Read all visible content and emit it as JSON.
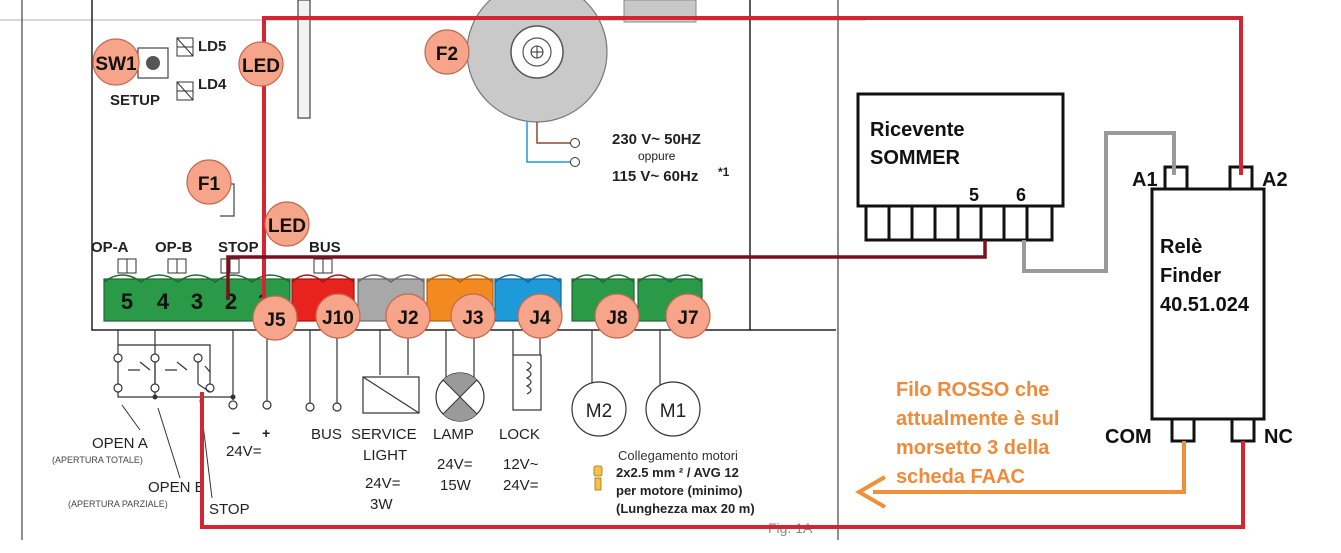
{
  "board": {
    "badges": [
      {
        "id": "sw1",
        "text": "SW1"
      },
      {
        "id": "led-top",
        "text": "LED"
      },
      {
        "id": "f2",
        "text": "F2"
      },
      {
        "id": "f1",
        "text": "F1"
      },
      {
        "id": "led-mid",
        "text": "LED"
      },
      {
        "id": "j5",
        "text": "J5"
      },
      {
        "id": "j10",
        "text": "J10"
      },
      {
        "id": "j2",
        "text": "J2"
      },
      {
        "id": "j3",
        "text": "J3"
      },
      {
        "id": "j4",
        "text": "J4"
      },
      {
        "id": "j8",
        "text": "J8"
      },
      {
        "id": "j7",
        "text": "J7"
      }
    ],
    "ld5": "LD5",
    "ld4": "LD4",
    "setup": "SETUP",
    "power_line1": "230 V~ 50HZ",
    "power_oppure": "oppure",
    "power_line2": "115 V~ 60Hz",
    "power_note": "*1",
    "header_opa": "OP-A",
    "header_opb": "OP-B",
    "header_stop": "STOP",
    "header_bus": "BUS",
    "terminal_numbers": [
      "5",
      "4",
      "3",
      "2",
      "1"
    ]
  },
  "bottom": {
    "open_a": "OPEN A",
    "open_a_sub": "(APERTURA TOTALE)",
    "open_b": "OPEN B",
    "open_b_sub": "(APERTURA PARZIALE)",
    "stop": "STOP",
    "minus": "−",
    "plus": "+",
    "v24": "24V=",
    "bus": "BUS",
    "service": "SERVICE",
    "light": "LIGHT",
    "service_v": "24V=",
    "service_w": "3W",
    "lamp": "LAMP",
    "lamp_v": "24V=",
    "lamp_w": "15W",
    "lock": "LOCK",
    "lock_v1": "12V~",
    "lock_v2": "24V=",
    "m2": "M2",
    "m1": "M1",
    "collegamento": "Collegamento motori",
    "cable_spec": "2x2.5 mm ² / AVG 12",
    "per_motore": "per motore  (minimo)",
    "lunghezza": "(Lunghezza max 20 m)",
    "fig": "Fig. 1A"
  },
  "receiver": {
    "title_line1": "Ricevente",
    "title_line2": "SOMMER",
    "pin5": "5",
    "pin6": "6"
  },
  "relay": {
    "a1": "A1",
    "a2": "A2",
    "line1": "Relè",
    "line2": "Finder",
    "line3": "40.51.024",
    "com": "COM",
    "nc": "NC"
  },
  "annotation": {
    "line1": "Filo ROSSO che",
    "line2": "attualmente è sul",
    "line3": "morsetto 3 della",
    "line4": "scheda FAAC"
  },
  "colors": {
    "red_wire": "#d42532",
    "darkred_wire": "#7a1020",
    "gray_wire": "#9a9a9a",
    "orange_wire": "#f0913a",
    "badge_fill": "#f6a48a",
    "terminal_green": "#2a9a48",
    "terminal_red": "#e8221c",
    "terminal_gray": "#a8a8a8",
    "terminal_orange": "#f28a20",
    "terminal_blue": "#1e9ad8",
    "annotation_text": "#ee8a3a"
  }
}
